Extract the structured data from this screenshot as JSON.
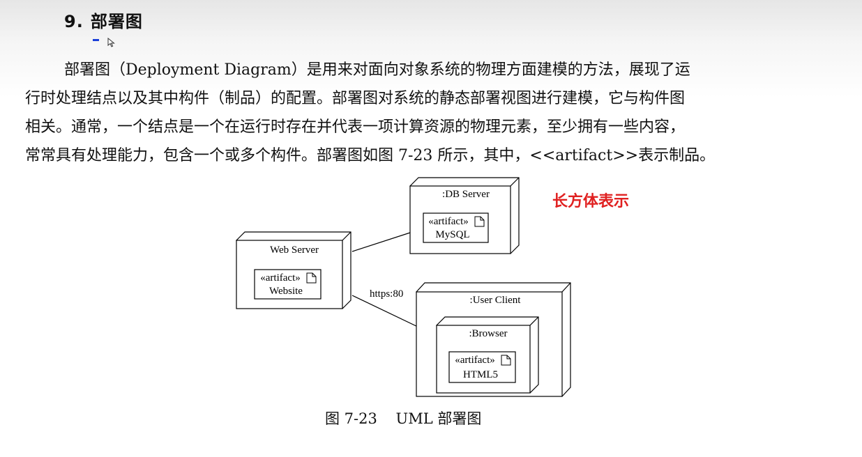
{
  "heading": {
    "number": "9.",
    "title": "部署图"
  },
  "paragraph": {
    "lines": [
      "部署图（Deployment Diagram）是用来对面向对象系统的物理方面建模的方法，展现了运",
      "行时处理结点以及其中构件（制品）的配置。部署图对系统的静态部署视图进行建模，它与构件图",
      "相关。通常，一个结点是一个在运行时存在并代表一项计算资源的物理元素，至少拥有一些内容，",
      "常常具有处理能力，包含一个或多个构件。部署图如图 7-23 所示，其中，<<artifact>>表示制品。"
    ]
  },
  "annotation": {
    "text": "长方体表示"
  },
  "diagram": {
    "db_server": {
      "label": ":DB Server",
      "artifact_stereotype": "«artifact»",
      "artifact_name": "MySQL"
    },
    "web_server": {
      "label": "Web Server",
      "artifact_stereotype": "«artifact»",
      "artifact_name": "Website"
    },
    "user_client": {
      "label": ":User Client"
    },
    "browser": {
      "label": ":Browser",
      "artifact_stereotype": "«artifact»",
      "artifact_name": "HTML5"
    },
    "connection_label": "https:80"
  },
  "caption": "图 7-23    UML 部署图"
}
